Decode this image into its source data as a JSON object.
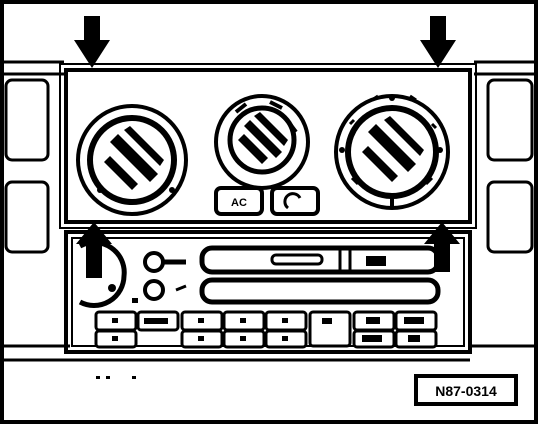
{
  "figure": {
    "reference_code": "N87-0314",
    "controls": {
      "ac_button_label": "AC",
      "recirc_icon": "recirculation-icon"
    },
    "radio_buttons": {
      "top_row": [
        "",
        "",
        "",
        "",
        "",
        "",
        "",
        ""
      ],
      "bottom_row": [
        "",
        "",
        "",
        "",
        "",
        "",
        "",
        ""
      ]
    },
    "arrows": [
      "arrow-down-left",
      "arrow-down-right",
      "arrow-up-left",
      "arrow-up-right"
    ],
    "colors": {
      "ink": "#000000",
      "paper": "#ffffff"
    }
  }
}
